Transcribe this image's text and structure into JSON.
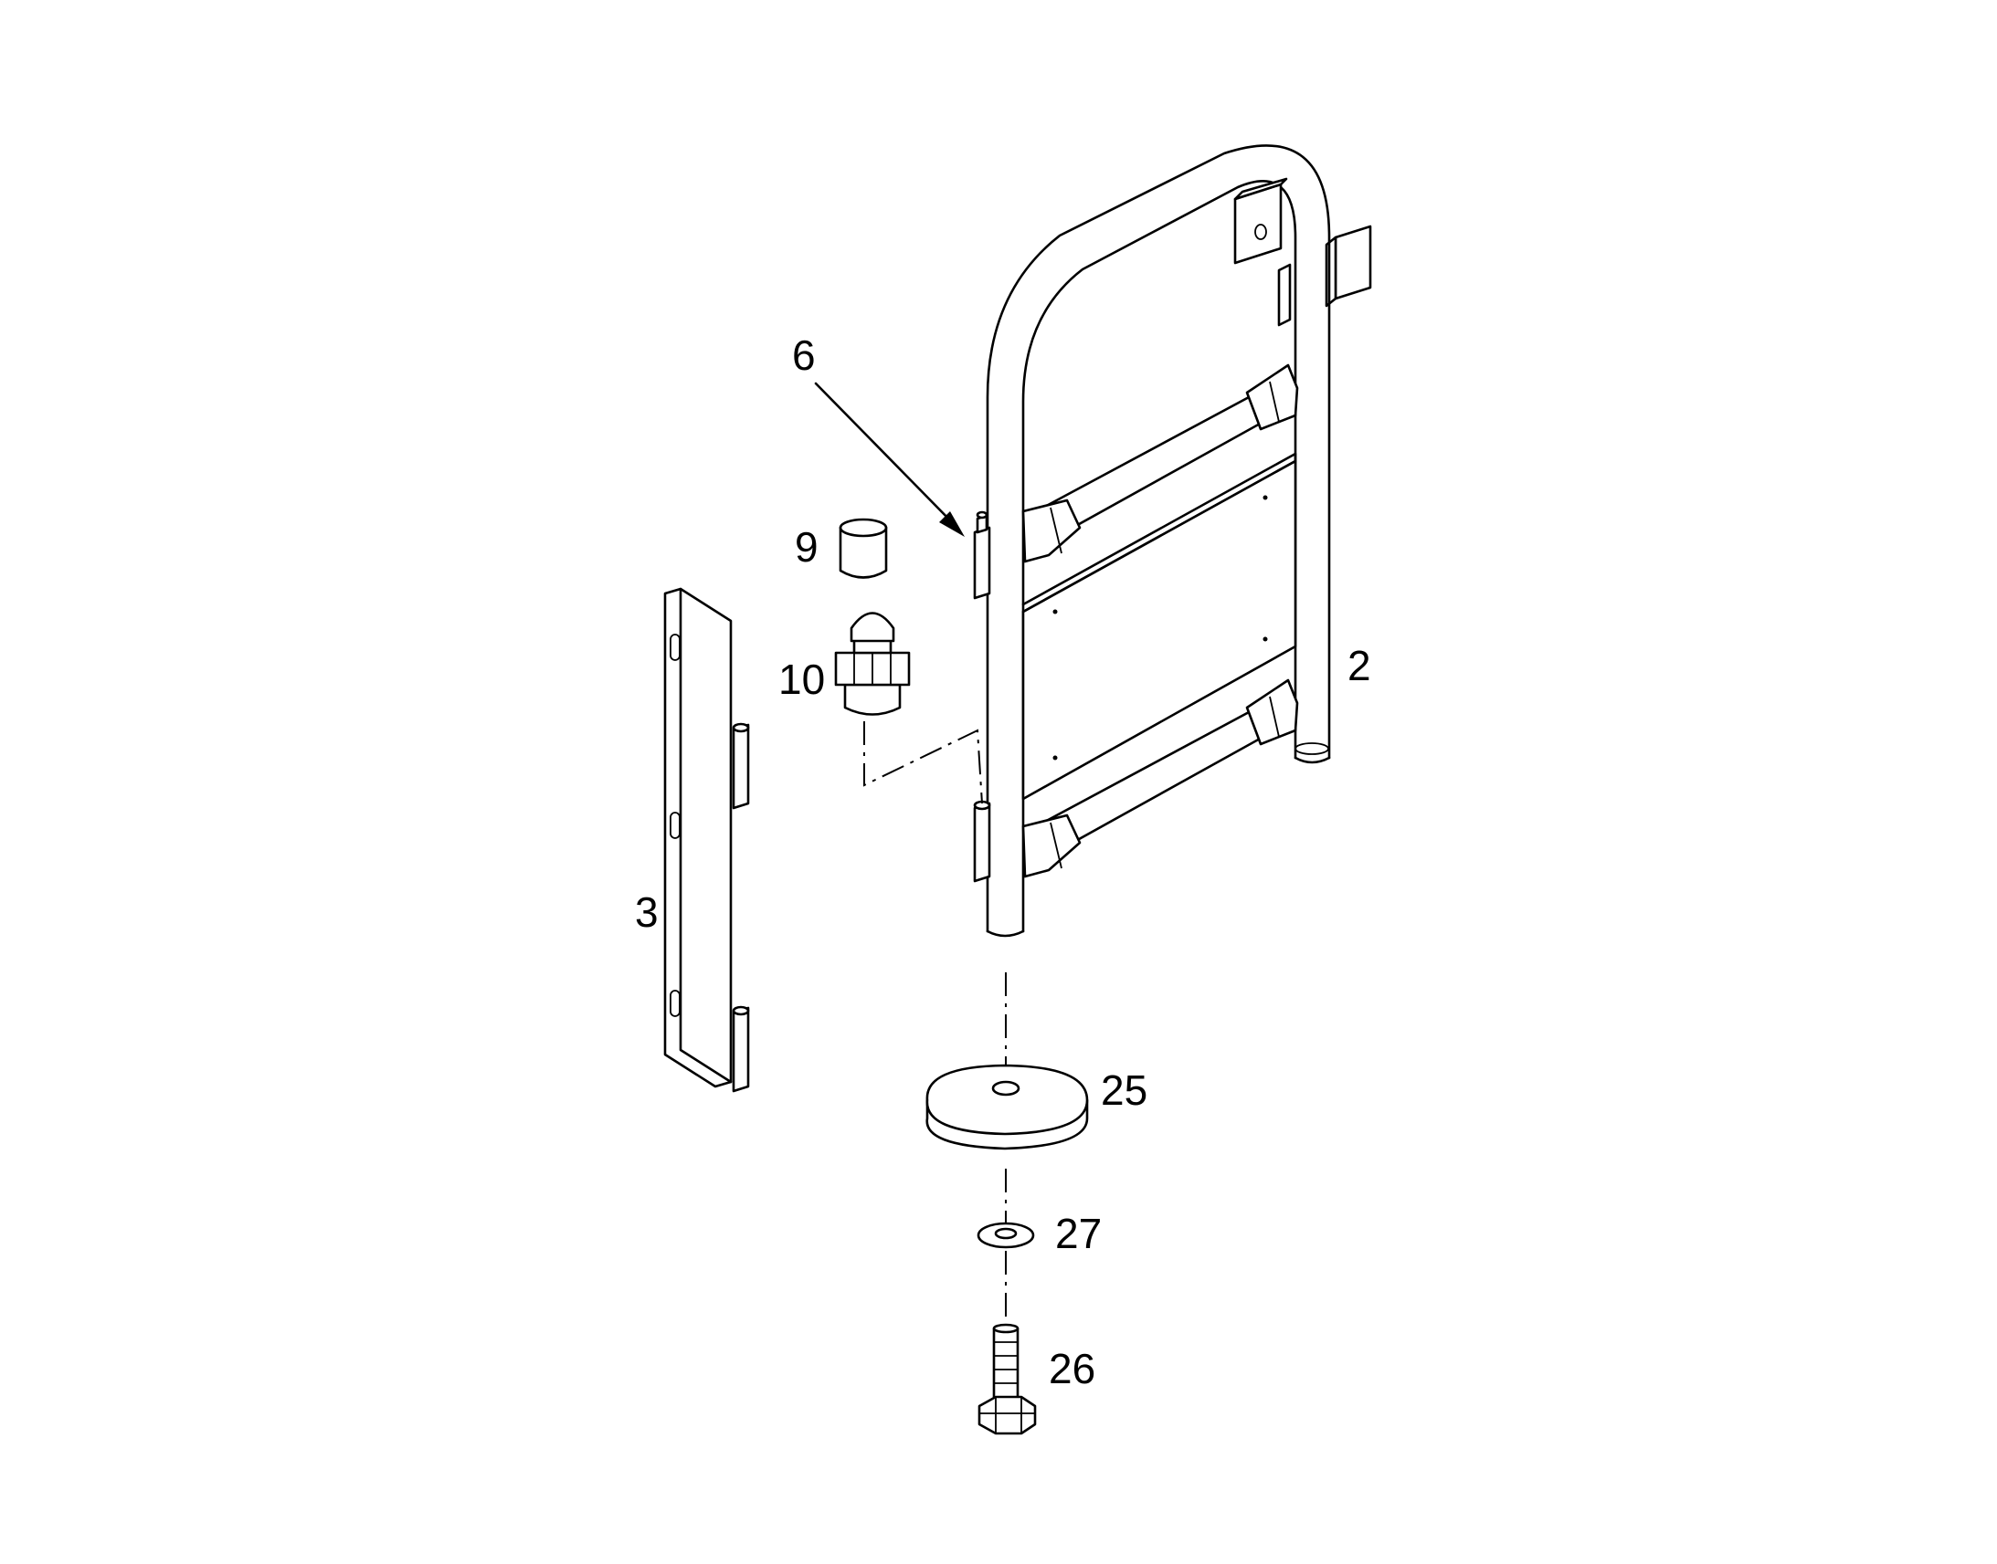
{
  "callouts": {
    "c2": "2",
    "c3": "3",
    "c6": "6",
    "c9": "9",
    "c10": "10",
    "c25": "25",
    "c26": "26",
    "c27": "27"
  }
}
